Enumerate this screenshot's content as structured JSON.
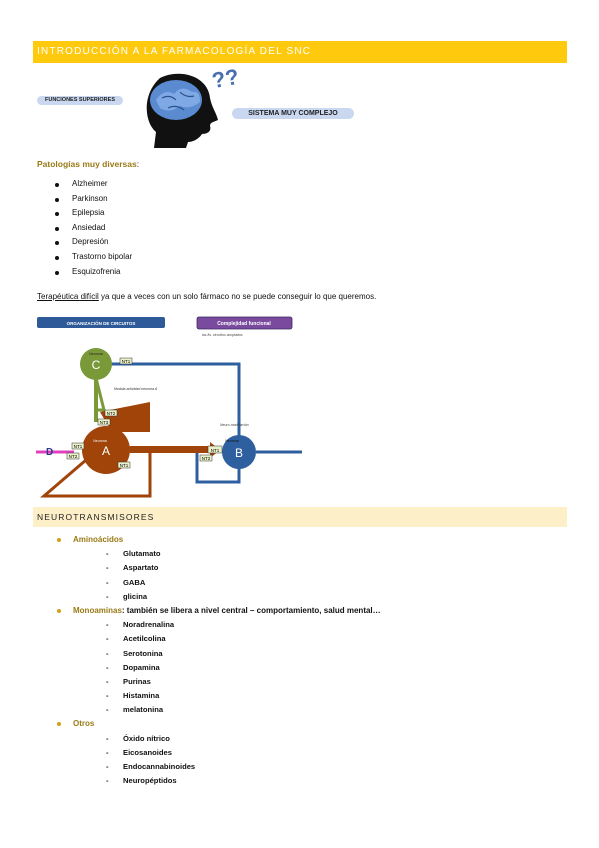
{
  "header": {
    "title": "INTRODUCCIÓN A LA FARMACOLOGÍA DEL SNC"
  },
  "figure1": {
    "left_label": "FUNCIONES SUPERIORES",
    "right_label": "SISTEMA MUY COMPLEJO",
    "question_marks": "??"
  },
  "pathologies": {
    "title": "Patologías muy diversas",
    "title_suffix": ":",
    "items": [
      "Alzheimer",
      "Parkinson",
      "Epilepsia",
      "Ansiedad",
      "Depresión",
      "Trastorno bipolar",
      "Esquizofrenia"
    ]
  },
  "therapy": {
    "underlined": "Terapéutica difícil",
    "rest": " ya que a veces con un solo fármaco no se puede conseguir lo que queremos."
  },
  "diagram": {
    "box_left": "ORGANIZACIÓN DE CIRCUITOS",
    "box_right": "Complejidad funcional",
    "box_right_note": "las fis. circuitos acoplados",
    "neuron_c": "C",
    "neuron_a": "A",
    "neuron_b": "B",
    "neuron_d": "D",
    "nt": [
      "NT1",
      "NT2",
      "NT3",
      "NT1",
      "NT1",
      "NT2",
      "NT1",
      "NT2"
    ],
    "note_c": "Neurona",
    "note_a": "Neurona",
    "note_b": "Neurona",
    "note_mid": "Modula actividad neurona A",
    "note_b_top": "Neuro-modulación"
  },
  "neuro": {
    "title": "NEUROTRANSMISORES",
    "groups": [
      {
        "name": "Aminoácidos",
        "rest": "",
        "items": [
          "Glutamato",
          "Aspartato",
          "GABA",
          "glicina"
        ]
      },
      {
        "name": "Monoaminas",
        "rest": ": también se libera a nivel central – comportamiento, salud mental…",
        "items": [
          "Noradrenalina",
          "Acetilcolina",
          "Serotonina",
          "Dopamina",
          "Purinas",
          "Histamina",
          "melatonina"
        ]
      },
      {
        "name": "Otros",
        "rest": "",
        "items": [
          "Óxido nítrico",
          "Eicosanoides",
          "Endocannabinoides",
          "Neuropéptidos"
        ]
      }
    ]
  },
  "colors": {
    "header": "#ffc90e",
    "subheader": "#fdf0c8",
    "accent": "#9a7a16",
    "neuron_a": "#a0440a",
    "neuron_b": "#2e5f9e",
    "neuron_c": "#7a9a3a"
  }
}
